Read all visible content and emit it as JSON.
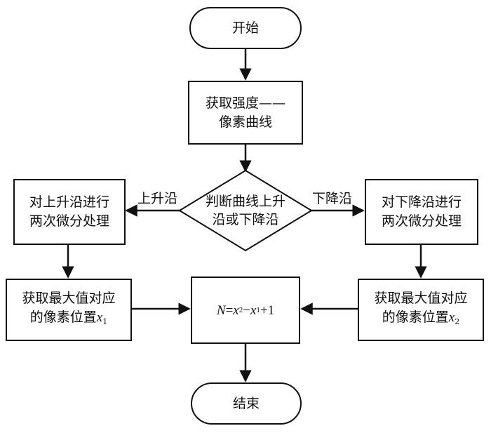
{
  "diagram": {
    "start": "开始",
    "step1": {
      "line1": "获取强度——",
      "line2": "像素曲线"
    },
    "decision": {
      "line1": "判断曲线上升",
      "line2": "沿或下降沿"
    },
    "left_branch_label": "上升沿",
    "right_branch_label": "下降沿",
    "left_process": {
      "line1": "对上升沿进行",
      "line2": "两次微分处理"
    },
    "right_process": {
      "line1": "对下降沿进行",
      "line2": "两次微分处理"
    },
    "left_result": {
      "line1": "获取最大值对应",
      "line2_prefix": "的像素位置",
      "var": "x",
      "sub": "1"
    },
    "right_result": {
      "line1": "获取最大值对应",
      "line2_prefix": "的像素位置",
      "var": "x",
      "sub": "2"
    },
    "formula": {
      "lhs": "N",
      "eq": "=",
      "t1": "x",
      "t1_sub": "2",
      "minus": "−",
      "t2": "x",
      "t2_sub": "1",
      "plus": "+1"
    },
    "end": "结束"
  },
  "colors": {
    "stroke": "#111111",
    "background": "#ffffff"
  }
}
